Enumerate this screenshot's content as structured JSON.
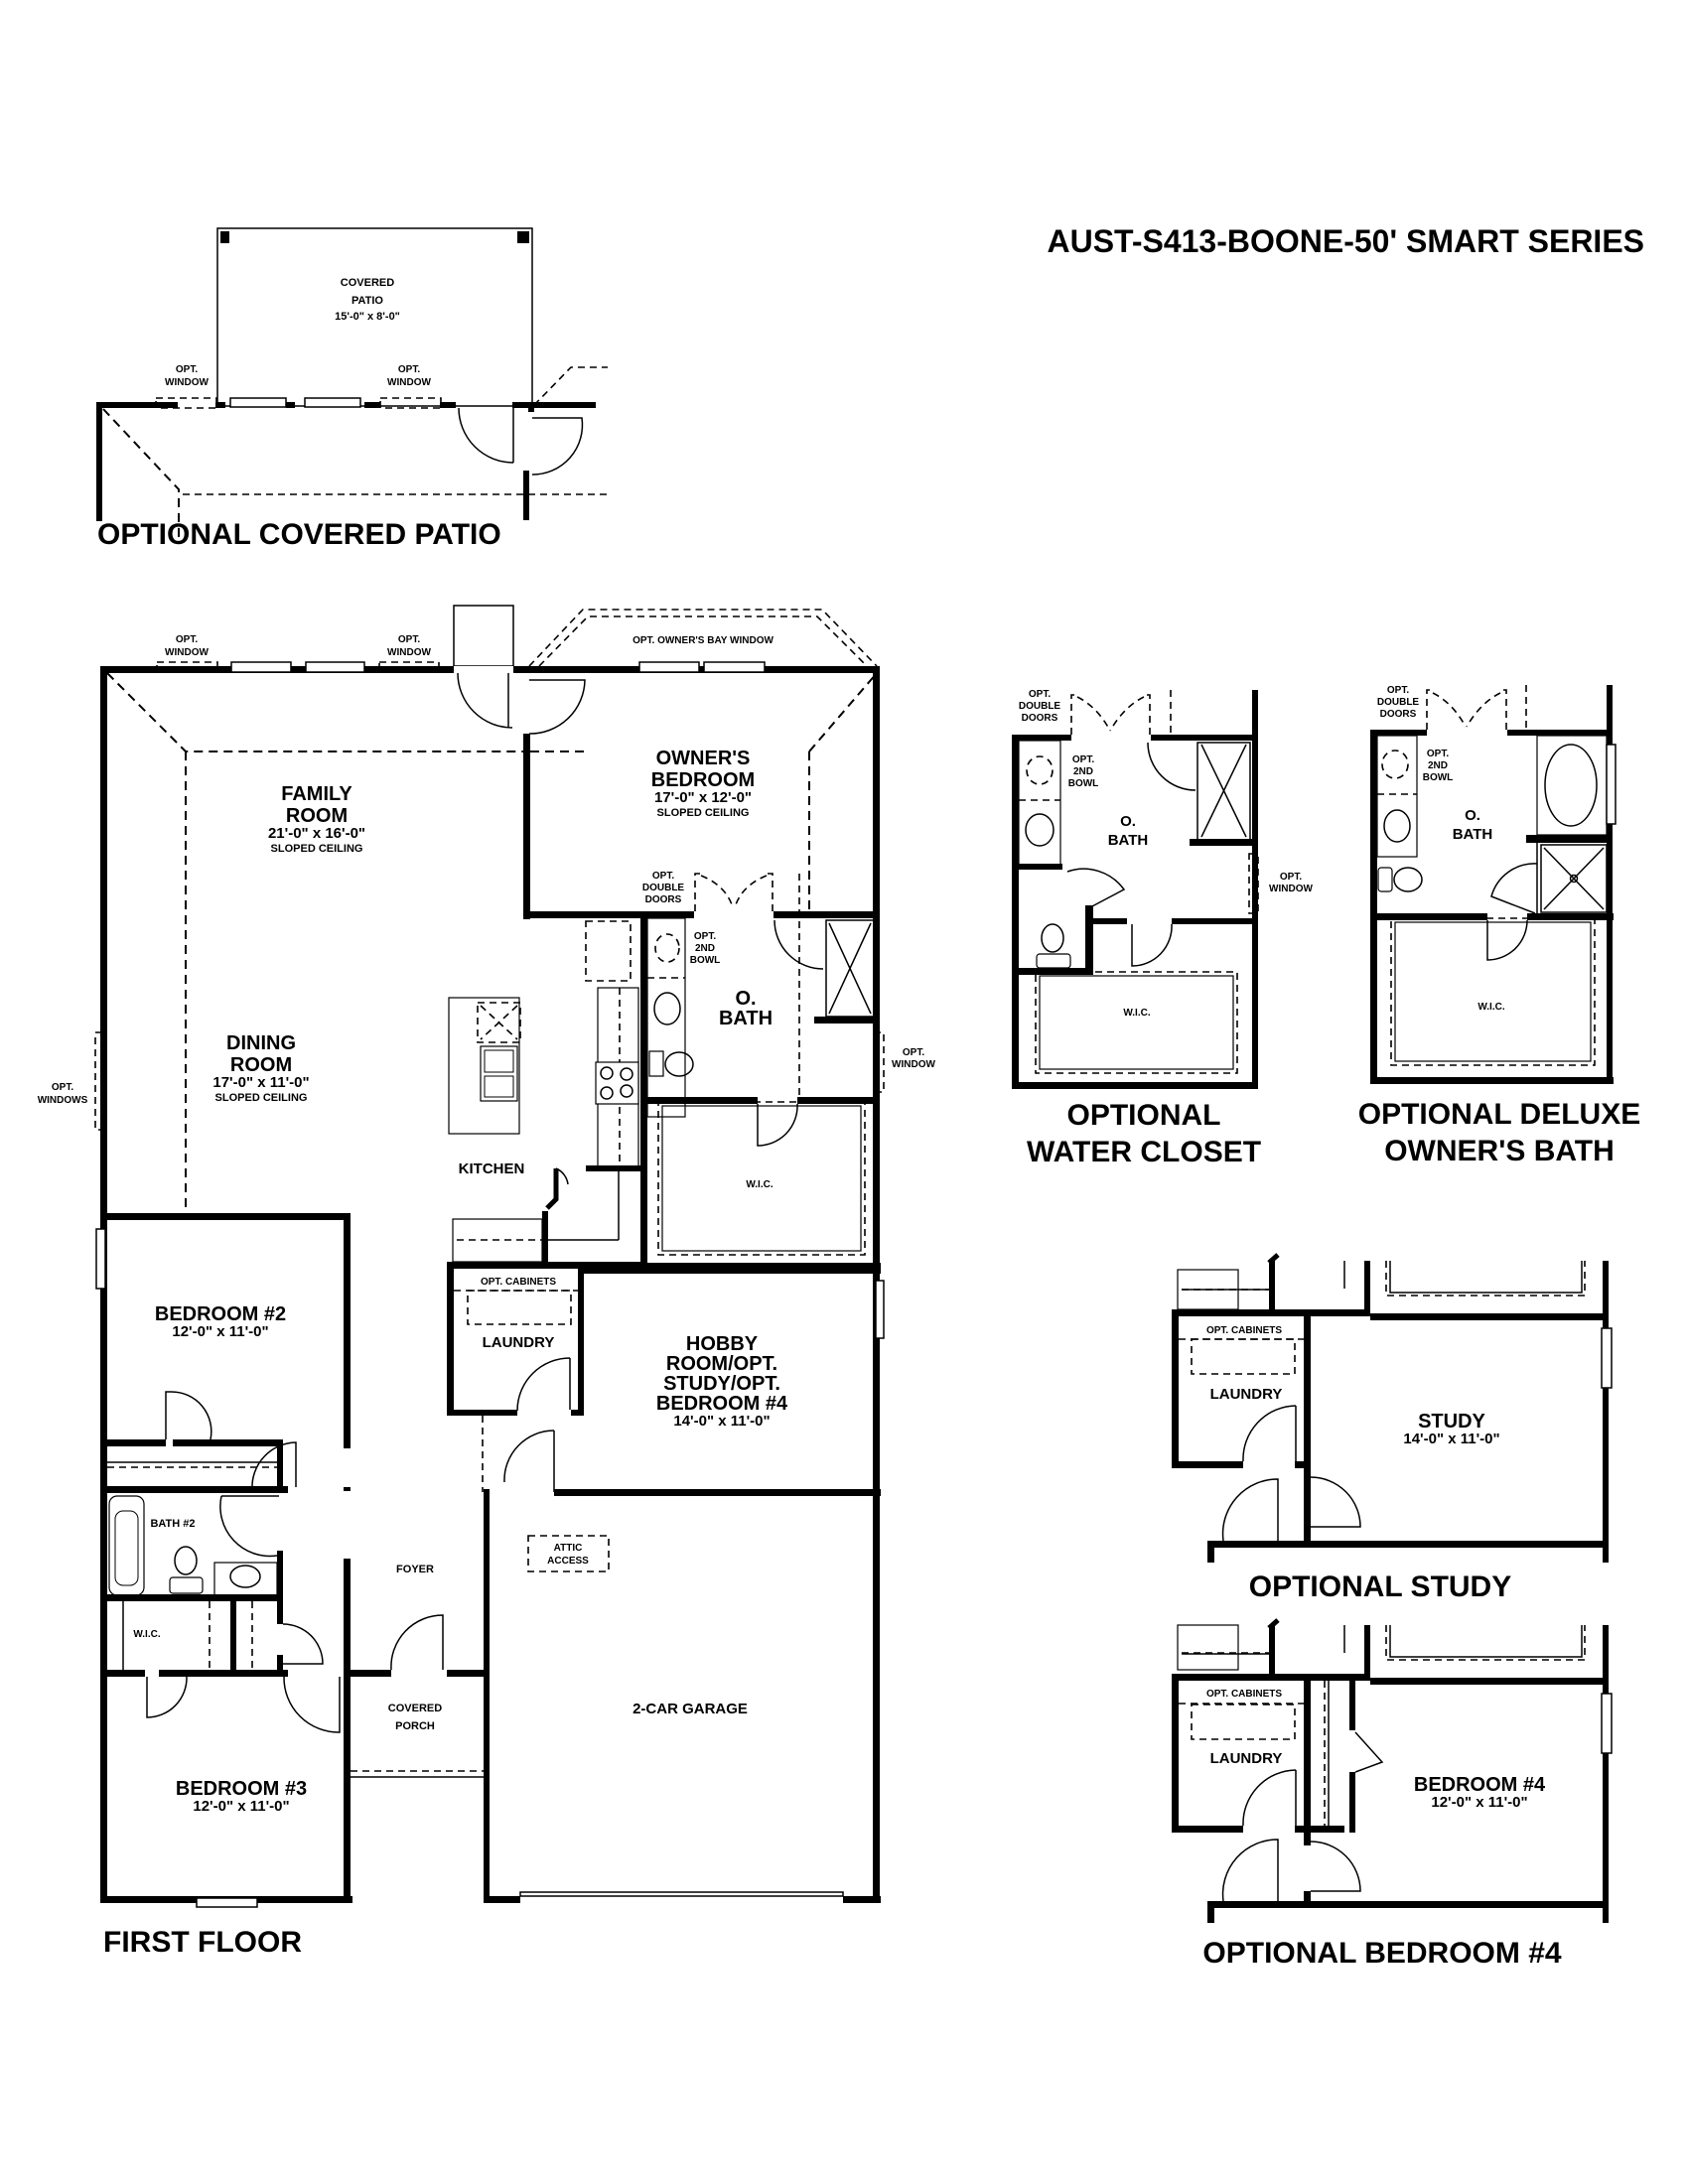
{
  "header": {
    "title": "AUST-S413-BOONE-50' SMART SERIES"
  },
  "sections": {
    "covered_patio": {
      "title": "OPTIONAL COVERED PATIO",
      "room": {
        "name_1": "COVERED",
        "name_2": "PATIO",
        "dims": "15'-0\" x 8'-0\""
      },
      "opt_window_1": {
        "l1": "OPT.",
        "l2": "WINDOW"
      },
      "opt_window_2": {
        "l1": "OPT.",
        "l2": "WINDOW"
      }
    },
    "first_floor": {
      "title": "FIRST FLOOR",
      "opt_window_1": {
        "l1": "OPT.",
        "l2": "WINDOW"
      },
      "opt_window_2": {
        "l1": "OPT.",
        "l2": "WINDOW"
      },
      "bay_window": "OPT. OWNER'S BAY WINDOW",
      "family_room": {
        "name_1": "FAMILY",
        "name_2": "ROOM",
        "dims": "21'-0\" x 16'-0\"",
        "note": "SLOPED CEILING"
      },
      "owners_bedroom": {
        "name_1": "OWNER'S",
        "name_2": "BEDROOM",
        "dims": "17'-0\" x 12'-0\"",
        "note": "SLOPED CEILING"
      },
      "double_doors": {
        "l1": "OPT.",
        "l2": "DOUBLE",
        "l3": "DOORS"
      },
      "second_bowl": {
        "l1": "OPT.",
        "l2": "2ND",
        "l3": "BOWL"
      },
      "owners_bath": {
        "l1": "O.",
        "l2": "BATH"
      },
      "opt_window_bath": {
        "l1": "OPT.",
        "l2": "WINDOW"
      },
      "wic_owner": "W.I.C.",
      "dining_room": {
        "name_1": "DINING",
        "name_2": "ROOM",
        "dims": "17'-0\" x 11'-0\"",
        "note": "SLOPED CEILING"
      },
      "opt_windows_dining": {
        "l1": "OPT.",
        "l2": "WINDOWS"
      },
      "kitchen": "KITCHEN",
      "laundry": {
        "name": "LAUNDRY",
        "cabinets": "OPT. CABINETS"
      },
      "hobby_room": {
        "l1": "HOBBY",
        "l2": "ROOM/OPT.",
        "l3": "STUDY/OPT.",
        "l4": "BEDROOM #4",
        "dims": "14'-0\" x 11'-0\""
      },
      "bedroom_2": {
        "name": "BEDROOM #2",
        "dims": "12'-0\" x 11'-0\""
      },
      "bath_2": "BATH #2",
      "wic_bed3": "W.I.C.",
      "foyer": "FOYER",
      "attic": {
        "l1": "ATTIC",
        "l2": "ACCESS"
      },
      "covered_porch": {
        "l1": "COVERED",
        "l2": "PORCH"
      },
      "garage": "2-CAR GARAGE",
      "bedroom_3": {
        "name": "BEDROOM #3",
        "dims": "12'-0\" x 11'-0\""
      }
    },
    "water_closet": {
      "title_1": "OPTIONAL",
      "title_2": "WATER CLOSET",
      "double_doors": {
        "l1": "OPT.",
        "l2": "DOUBLE",
        "l3": "DOORS"
      },
      "second_bowl": {
        "l1": "OPT.",
        "l2": "2ND",
        "l3": "BOWL"
      },
      "bath": {
        "l1": "O.",
        "l2": "BATH"
      },
      "opt_window": {
        "l1": "OPT.",
        "l2": "WINDOW"
      },
      "wic": "W.I.C."
    },
    "deluxe_bath": {
      "title_1": "OPTIONAL DELUXE",
      "title_2": "OWNER'S BATH",
      "double_doors": {
        "l1": "OPT.",
        "l2": "DOUBLE",
        "l3": "DOORS"
      },
      "second_bowl": {
        "l1": "OPT.",
        "l2": "2ND",
        "l3": "BOWL"
      },
      "bath": {
        "l1": "O.",
        "l2": "BATH"
      },
      "wic": "W.I.C."
    },
    "study": {
      "title": "OPTIONAL STUDY",
      "cabinets": "OPT. CABINETS",
      "laundry": "LAUNDRY",
      "room": "STUDY",
      "dims": "14'-0\" x 11'-0\""
    },
    "bedroom_4": {
      "title": "OPTIONAL BEDROOM #4",
      "cabinets": "OPT. CABINETS",
      "laundry": "LAUNDRY",
      "room": "BEDROOM #4",
      "dims": "12'-0\" x 11'-0\""
    }
  },
  "colors": {
    "ink": "#000000",
    "paper": "#ffffff"
  }
}
